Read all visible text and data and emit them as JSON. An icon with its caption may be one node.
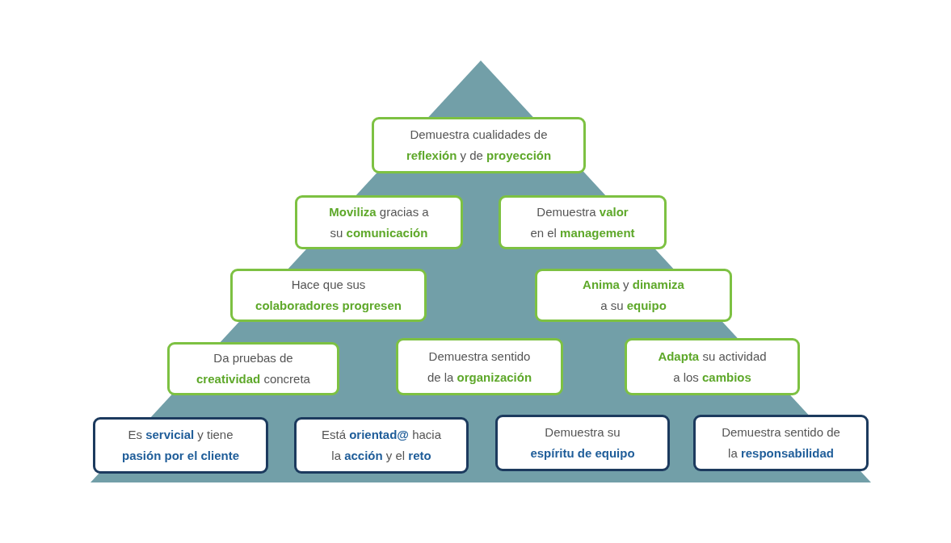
{
  "diagram": {
    "nodes": [
      {
        "text": [],
        "shape": "triangle"
      },
      {
        "text": [
          "Demuestra cualidades de **reflexión** y de **proyección**"
        ],
        "in": 0
      },
      {
        "text": [
          "**Moviliza** gracias a su **comunicación**"
        ],
        "in": 0
      },
      {
        "text": [
          "Demuestra **valor** en el **management**"
        ],
        "in": 0
      },
      {
        "text": [
          "Hace que sus **colaboradores progresen**"
        ],
        "in": 0
      },
      {
        "text": [
          "**Anima** y **dinamiza** a su **equipo**"
        ],
        "in": 0
      },
      {
        "text": [
          "Da pruebas de **creatividad** concreta"
        ],
        "in": 0
      },
      {
        "text": [
          "Demuestra sentido de la **organización**"
        ],
        "in": 0
      },
      {
        "text": [
          "**Adapta** su actividad a los **cambios**"
        ],
        "in": 0
      },
      {
        "text": [
          "Es **servicial** y tiene **pasión por el cliente**"
        ],
        "in": 0
      },
      {
        "text": [
          "Está **orientad@** hacia la **acción** y el **reto**"
        ],
        "in": 0
      },
      {
        "text": [
          "Demuestra su **espíritu de equipo**"
        ],
        "in": 0
      },
      {
        "text": [
          "Demuestra sentido de la **responsabilidad**"
        ],
        "in": 0
      }
    ]
  }
}
